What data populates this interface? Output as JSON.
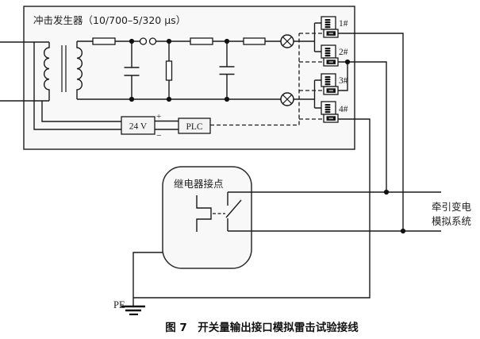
{
  "diagram": {
    "generator": {
      "title": "冲击发生器（10/700–5/320 μs）",
      "psu_label": "24 V",
      "plus": "+",
      "minus": "−",
      "plc_label": "PLC",
      "connectors": [
        {
          "label": "1#"
        },
        {
          "label": "2#"
        },
        {
          "label": "3#"
        },
        {
          "label": "4#"
        }
      ]
    },
    "relay": {
      "label": "继电器接点"
    },
    "system": {
      "line1": "牵引变电",
      "line2": "模拟系统"
    },
    "ground": {
      "label": "PE"
    },
    "caption": "图 7　开关量输出接口模拟雷击试验接线",
    "colors": {
      "ink": "#1a1a1a",
      "panel_fill": "#f8f8f8"
    }
  }
}
